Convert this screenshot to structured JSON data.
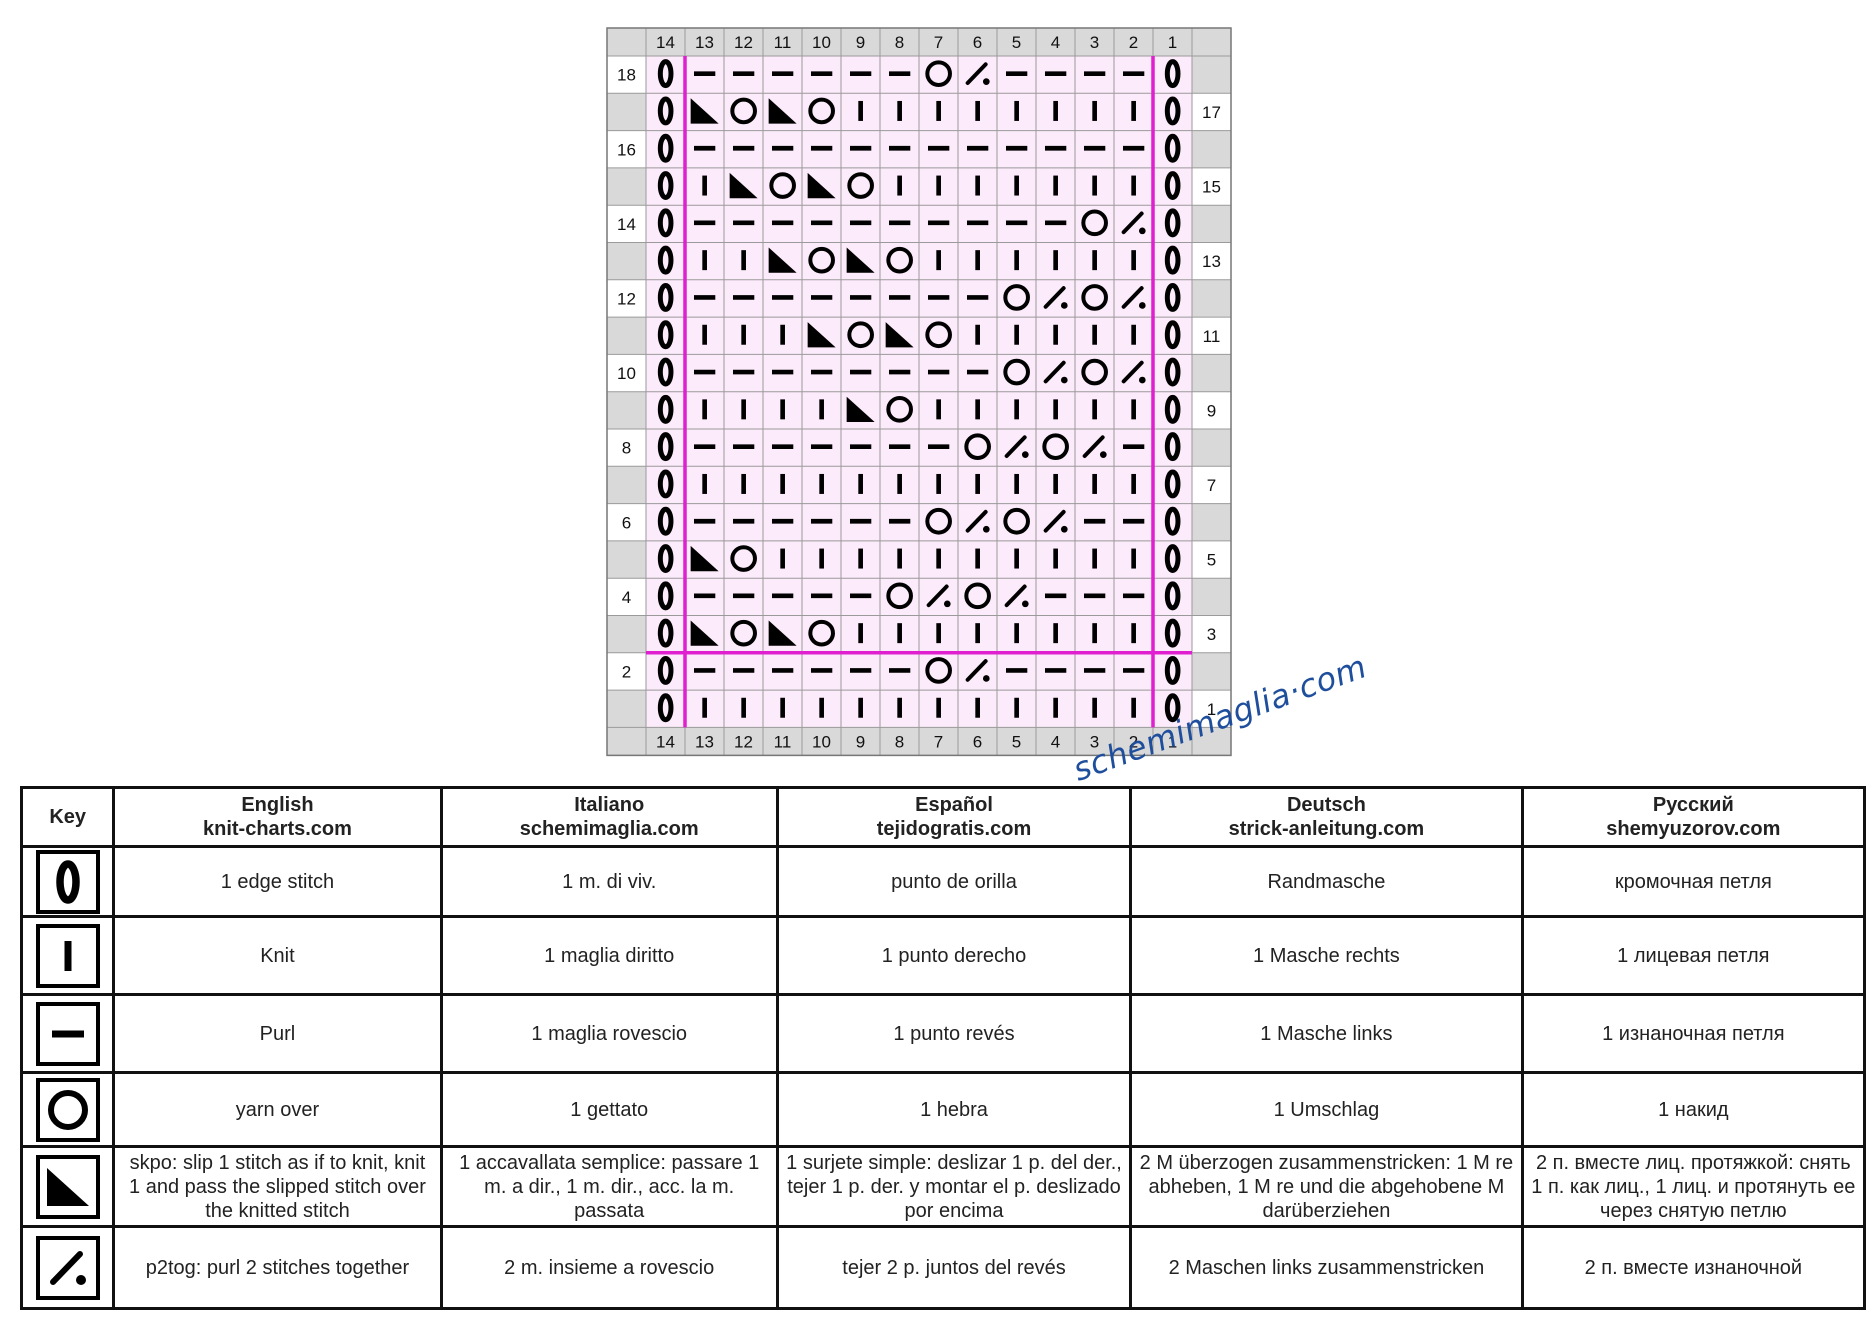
{
  "watermark": "schemimaglia·com",
  "chart": {
    "columns": [
      "14",
      "13",
      "12",
      "11",
      "10",
      "9",
      "8",
      "7",
      "6",
      "5",
      "4",
      "3",
      "2",
      "1"
    ],
    "rows": [
      {
        "num": "18",
        "side": "left",
        "cells": [
          "E",
          "P",
          "P",
          "P",
          "P",
          "P",
          "P",
          "Y",
          "T",
          "P",
          "P",
          "P",
          "P",
          "E"
        ]
      },
      {
        "num": "17",
        "side": "right",
        "cells": [
          "E",
          "S",
          "Y",
          "S",
          "Y",
          "K",
          "K",
          "K",
          "K",
          "K",
          "K",
          "K",
          "K",
          "E"
        ]
      },
      {
        "num": "16",
        "side": "left",
        "cells": [
          "E",
          "P",
          "P",
          "P",
          "P",
          "P",
          "P",
          "P",
          "P",
          "P",
          "P",
          "P",
          "P",
          "E"
        ]
      },
      {
        "num": "15",
        "side": "right",
        "cells": [
          "E",
          "K",
          "S",
          "Y",
          "S",
          "Y",
          "K",
          "K",
          "K",
          "K",
          "K",
          "K",
          "K",
          "E"
        ]
      },
      {
        "num": "14",
        "side": "left",
        "cells": [
          "E",
          "P",
          "P",
          "P",
          "P",
          "P",
          "P",
          "P",
          "P",
          "P",
          "P",
          "Y",
          "T",
          "E"
        ]
      },
      {
        "num": "13",
        "side": "right",
        "cells": [
          "E",
          "K",
          "K",
          "S",
          "Y",
          "S",
          "Y",
          "K",
          "K",
          "K",
          "K",
          "K",
          "K",
          "E"
        ]
      },
      {
        "num": "12",
        "side": "left",
        "cells": [
          "E",
          "P",
          "P",
          "P",
          "P",
          "P",
          "P",
          "P",
          "P",
          "Y",
          "T",
          "Y",
          "T",
          "E"
        ]
      },
      {
        "num": "11",
        "side": "right",
        "cells": [
          "E",
          "K",
          "K",
          "K",
          "S",
          "Y",
          "S",
          "Y",
          "K",
          "K",
          "K",
          "K",
          "K",
          "E"
        ]
      },
      {
        "num": "10",
        "side": "left",
        "cells": [
          "E",
          "P",
          "P",
          "P",
          "P",
          "P",
          "P",
          "P",
          "P",
          "Y",
          "T",
          "Y",
          "T",
          "E"
        ]
      },
      {
        "num": "9",
        "side": "right",
        "cells": [
          "E",
          "K",
          "K",
          "K",
          "K",
          "S",
          "Y",
          "K",
          "K",
          "K",
          "K",
          "K",
          "K",
          "E"
        ]
      },
      {
        "num": "8",
        "side": "left",
        "cells": [
          "E",
          "P",
          "P",
          "P",
          "P",
          "P",
          "P",
          "P",
          "Y",
          "T",
          "Y",
          "T",
          "P",
          "E"
        ]
      },
      {
        "num": "7",
        "side": "right",
        "cells": [
          "E",
          "K",
          "K",
          "K",
          "K",
          "K",
          "K",
          "K",
          "K",
          "K",
          "K",
          "K",
          "K",
          "E"
        ]
      },
      {
        "num": "6",
        "side": "left",
        "cells": [
          "E",
          "P",
          "P",
          "P",
          "P",
          "P",
          "P",
          "Y",
          "T",
          "Y",
          "T",
          "P",
          "P",
          "E"
        ]
      },
      {
        "num": "5",
        "side": "right",
        "cells": [
          "E",
          "S",
          "Y",
          "K",
          "K",
          "K",
          "K",
          "K",
          "K",
          "K",
          "K",
          "K",
          "K",
          "E"
        ]
      },
      {
        "num": "4",
        "side": "left",
        "cells": [
          "E",
          "P",
          "P",
          "P",
          "P",
          "P",
          "Y",
          "T",
          "Y",
          "T",
          "P",
          "P",
          "P",
          "E"
        ]
      },
      {
        "num": "3",
        "side": "right",
        "cells": [
          "E",
          "S",
          "Y",
          "S",
          "Y",
          "K",
          "K",
          "K",
          "K",
          "K",
          "K",
          "K",
          "K",
          "E"
        ]
      },
      {
        "num": "2",
        "side": "left",
        "cells": [
          "E",
          "P",
          "P",
          "P",
          "P",
          "P",
          "P",
          "Y",
          "T",
          "P",
          "P",
          "P",
          "P",
          "E"
        ]
      },
      {
        "num": "1",
        "side": "right",
        "cells": [
          "E",
          "K",
          "K",
          "K",
          "K",
          "K",
          "K",
          "K",
          "K",
          "K",
          "K",
          "K",
          "K",
          "E"
        ]
      }
    ],
    "repeat": {
      "from_column": "13",
      "to_column": "2",
      "from_row": "3",
      "to_row": "18"
    },
    "colors": {
      "grid_bg": "#fcebfa",
      "header_bg": "#d9d9d9",
      "repeat_line": "#e020d0",
      "grid_line": "#9a9a9a",
      "symbol": "#000000"
    }
  },
  "key": {
    "headers": [
      {
        "name": "Key",
        "site": ""
      },
      {
        "name": "English",
        "site": "knit-charts.com"
      },
      {
        "name": "Italiano",
        "site": "schemimaglia.com"
      },
      {
        "name": "Español",
        "site": "tejidogratis.com"
      },
      {
        "name": "Deutsch",
        "site": "strick-anleitung.com"
      },
      {
        "name": "Русский",
        "site": "shemyuzorov.com"
      }
    ],
    "rows": [
      {
        "symbol": "edge-stitch-icon",
        "code": "E",
        "en": "1 edge stitch",
        "it": "1 m. di viv.",
        "es": "punto de orilla",
        "de": "Randmasche",
        "ru": "кромочная петля"
      },
      {
        "symbol": "knit-icon",
        "code": "K",
        "en": "Knit",
        "it": "1 maglia diritto",
        "es": "1 punto derecho",
        "de": "1 Masche rechts",
        "ru": "1 лицевая петля"
      },
      {
        "symbol": "purl-icon",
        "code": "P",
        "en": "Purl",
        "it": "1 maglia rovescio",
        "es": "1 punto revés",
        "de": "1 Masche links",
        "ru": "1 изнаночная петля"
      },
      {
        "symbol": "yarn-over-icon",
        "code": "Y",
        "en": "yarn over",
        "it": "1 gettato",
        "es": "1 hebra",
        "de": "1 Umschlag",
        "ru": "1 накид"
      },
      {
        "symbol": "skpo-icon",
        "code": "S",
        "en": "skpo: slip 1 stitch as if to knit, knit 1 and pass the slipped stitch over the knitted stitch",
        "it": "1 accavallata semplice: passare 1 m. a dir., 1 m. dir., acc. la m. passata",
        "es": "1 surjete simple: deslizar 1 p. del der., tejer 1 p. der. y montar el p. deslizado por encima",
        "de": "2 M überzogen zusammenstricken: 1 M re abheben, 1 M re und die abgehobene M darüberziehen",
        "ru": "2 п. вместе лиц. протяжкой: снять 1 п. как лиц., 1 лиц. и протянуть ее через снятую петлю"
      },
      {
        "symbol": "p2tog-icon",
        "code": "T",
        "en": "p2tog: purl 2 stitches together",
        "it": "2 m. insieme a rovescio",
        "es": "tejer 2 p. juntos del revés",
        "de": "2 Maschen links zusammenstricken",
        "ru": "2 п. вместе изнаночной"
      }
    ]
  }
}
